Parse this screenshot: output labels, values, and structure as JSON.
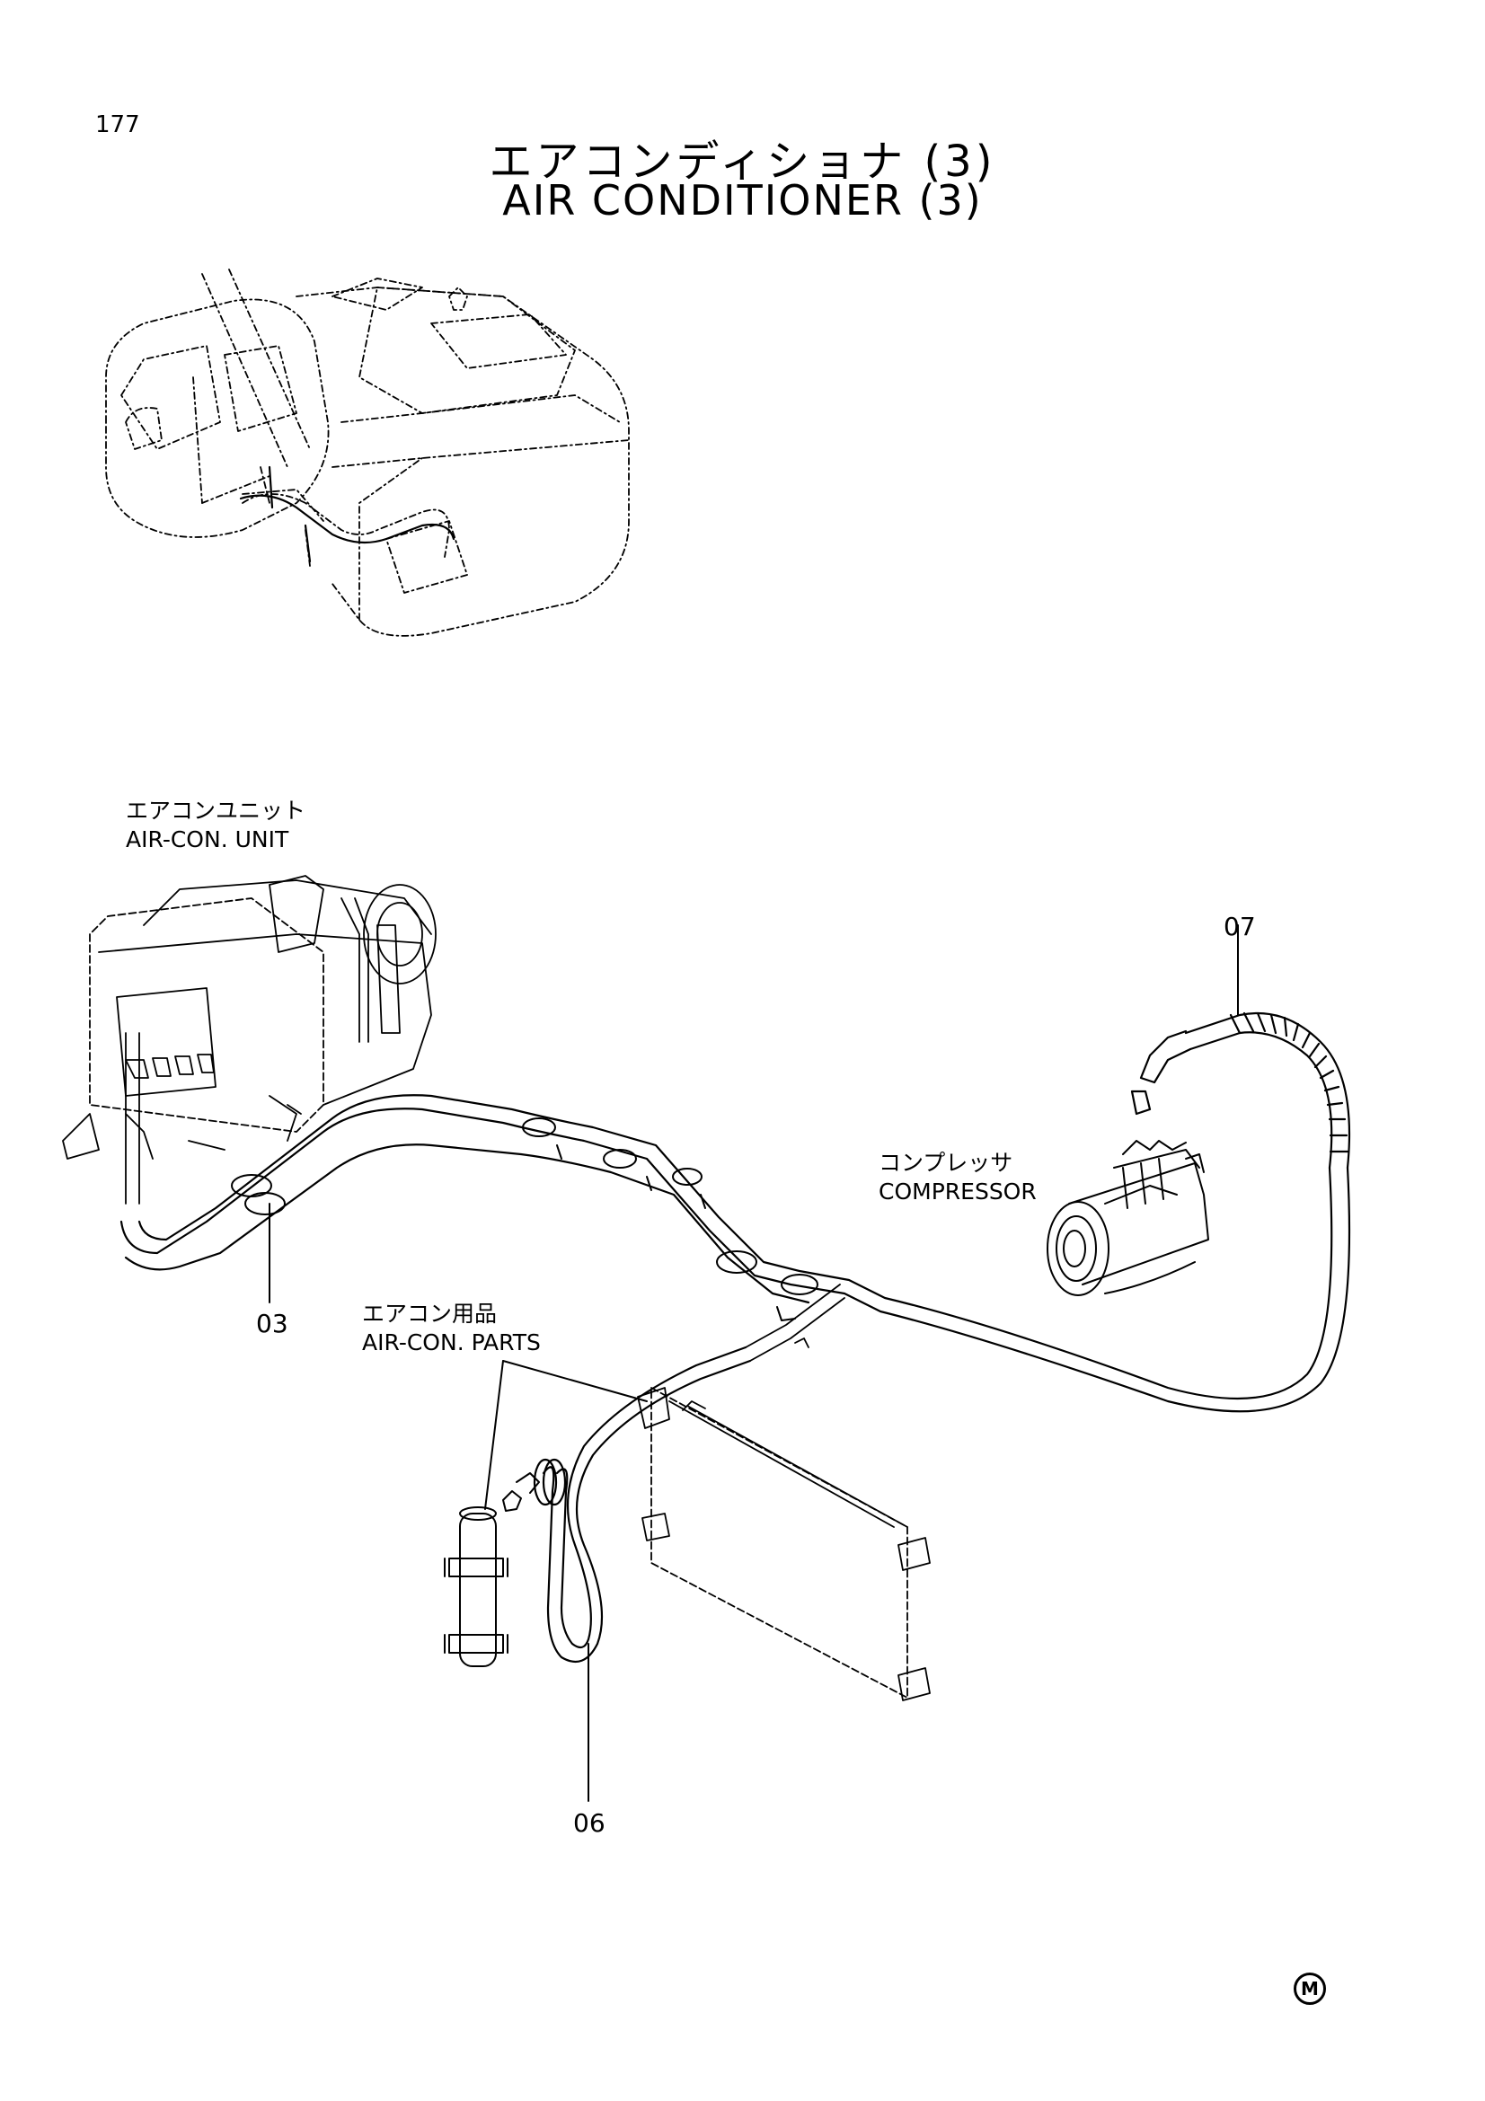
{
  "page_number": "177",
  "title": {
    "ja": "エアコンディショナ (3)",
    "en": "AIR CONDITIONER (3)"
  },
  "labels": {
    "aircon_unit": {
      "ja": "エアコンユニット",
      "en": "AIR-CON. UNIT"
    },
    "compressor": {
      "ja": "コンプレッサ",
      "en": "COMPRESSOR"
    },
    "aircon_parts": {
      "ja": "エアコン用品",
      "en": "AIR-CON. PARTS"
    }
  },
  "callouts": {
    "hose_03": "03",
    "hose_06": "06",
    "hose_07": "07"
  },
  "mark": "M",
  "colors": {
    "line": "#000000",
    "background": "#ffffff"
  }
}
